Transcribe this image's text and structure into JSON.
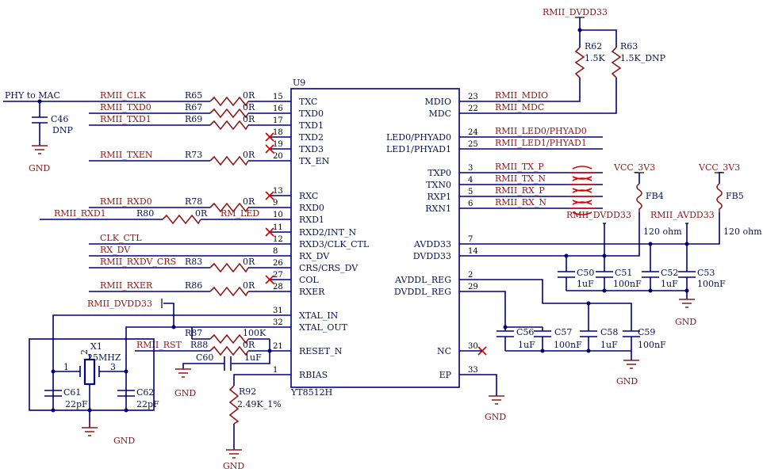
{
  "chip": {
    "ref": "U9",
    "part": "YT8512H",
    "pins_left": [
      {
        "num": "15",
        "name": "TXC"
      },
      {
        "num": "16",
        "name": "TXD0"
      },
      {
        "num": "17",
        "name": "TXD1"
      },
      {
        "num": "18",
        "name": "TXD2"
      },
      {
        "num": "19",
        "name": "TXD3"
      },
      {
        "num": "20",
        "name": "TX_EN"
      },
      {
        "num": "13",
        "name": "RXC"
      },
      {
        "num": "9",
        "name": "RXD0"
      },
      {
        "num": "10",
        "name": "RXD1"
      },
      {
        "num": "11",
        "name": "RXD2/INT_N"
      },
      {
        "num": "12",
        "name": "RXD3/CLK_CTL"
      },
      {
        "num": "8",
        "name": "RX_DV"
      },
      {
        "num": "26",
        "name": "CRS/CRS_DV"
      },
      {
        "num": "27",
        "name": "COL"
      },
      {
        "num": "28",
        "name": "RXER"
      },
      {
        "num": "31",
        "name": "XTAL_IN"
      },
      {
        "num": "32",
        "name": "XTAL_OUT"
      },
      {
        "num": "21",
        "name": "RESET_N"
      },
      {
        "num": "1",
        "name": "RBIAS"
      }
    ],
    "pins_right": [
      {
        "num": "23",
        "name": "MDIO"
      },
      {
        "num": "22",
        "name": "MDC"
      },
      {
        "num": "24",
        "name": "LED0/PHYAD0"
      },
      {
        "num": "25",
        "name": "LED1/PHYAD1"
      },
      {
        "num": "3",
        "name": "TXP0"
      },
      {
        "num": "4",
        "name": "TXN0"
      },
      {
        "num": "5",
        "name": "RXP1"
      },
      {
        "num": "6",
        "name": "RXN1"
      },
      {
        "num": "7",
        "name": "AVDD33"
      },
      {
        "num": "14",
        "name": "DVDD33"
      },
      {
        "num": "2",
        "name": "AVDDL_REG"
      },
      {
        "num": "29",
        "name": "DVDDL_REG"
      },
      {
        "num": "30",
        "name": "NC"
      },
      {
        "num": "33",
        "name": "EP"
      }
    ]
  },
  "left_nets": {
    "clk": "RMII_CLK",
    "txd0": "RMII_TXD0",
    "txd1": "RMII_TXD1",
    "txen": "RMII_TXEN",
    "rxd0": "RMII_RXD0",
    "rxd1": "RMII_RXD1",
    "rmled": "RM_LED",
    "clkctl": "CLK_CTL",
    "rxdv": "RX_DV",
    "rxdvcrs": "RMII_RXDV_CRS",
    "rxer": "RMII_RXER",
    "dvdd33": "RMII_DVDD33",
    "rst": "RMII_RST",
    "phy_to_mac": "PHY to MAC"
  },
  "left_res": {
    "r65": "R65",
    "r67": "R67",
    "r69": "R69",
    "r73": "R73",
    "r78": "R78",
    "r80": "R80",
    "r83": "R83",
    "r86": "R86",
    "r87": "R87",
    "r88": "R88",
    "zero": "0R",
    "r87v": "100K"
  },
  "right_nets": {
    "mdio": "RMII_MDIO",
    "mdc": "RMII_MDC",
    "led0": "RMII_LED0/PHYAD0",
    "led1": "RMII_LED1/PHYAD1",
    "txp": "RMII_TX_P",
    "txn": "RMII_TX_N",
    "rxp": "RMII_RX_P",
    "rxn": "RMII_RX_N",
    "dvdd33": "RMII_DVDD33",
    "avdd33": "RMII_AVDD33",
    "vcc": "VCC_3V3"
  },
  "parts": {
    "r62": "R62",
    "r62v": "1.5K",
    "r63": "R63",
    "r63v": "1.5K_DNP",
    "fb4": "FB4",
    "fb5": "FB5",
    "fbv": "120 ohm",
    "c46": "C46",
    "c46v": "DNP",
    "c50": "C50",
    "c51": "C51",
    "c52": "C52",
    "c53": "C53",
    "c56": "C56",
    "c57": "C57",
    "c58": "C58",
    "c59": "C59",
    "c60": "C60",
    "c60v": "1uF",
    "c61": "C61",
    "c62": "C62",
    "c6xv": "22pF",
    "uf1": "1uF",
    "nf100": "100nF",
    "x1": "X1",
    "x1v": "25MHZ",
    "x1p1": "1",
    "x1p2": "2",
    "x1p3": "3",
    "r92": "R92",
    "r92v": "2.49K_1%",
    "gnd": "GND"
  }
}
